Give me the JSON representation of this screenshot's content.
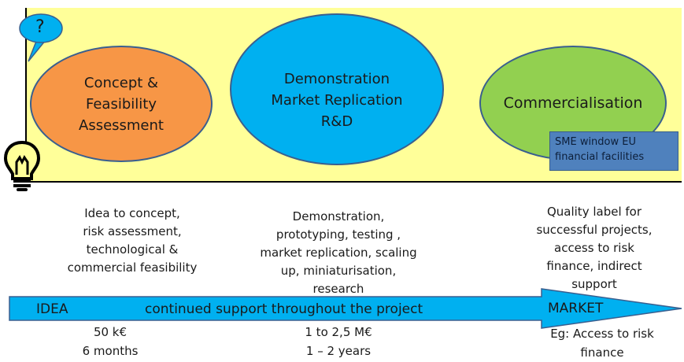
{
  "help_bubble": {
    "symbol": "?"
  },
  "stages": [
    {
      "name": "Concept & Feasibility Assessment",
      "lines": [
        "Concept &",
        "Feasibility",
        "Assessment"
      ]
    },
    {
      "name": "Demonstration Market Replication R&D",
      "lines": [
        "Demonstration",
        "Market Replication",
        "R&D"
      ]
    },
    {
      "name": "Commercialisation",
      "lines": [
        "Commercialisation"
      ]
    }
  ],
  "sme_box": {
    "lines": [
      "SME window EU",
      "financial facilities"
    ]
  },
  "descriptions": [
    [
      "Idea to concept,",
      "risk assessment,",
      "technological &",
      "commercial feasibility"
    ],
    [
      "Demonstration,",
      "prototyping, testing ,",
      "market replication, scaling",
      "up, miniaturisation,",
      "research"
    ],
    [
      "Quality label for",
      "successful projects,",
      "access to risk",
      "finance, indirect",
      "support"
    ]
  ],
  "arrow": {
    "start_label": "IDEA",
    "middle_label": "continued support throughout the project",
    "end_label": "MARKET",
    "color": "#00b0f0"
  },
  "funding": [
    {
      "amount": "50 k€",
      "duration": "6 months"
    },
    {
      "amount": "1 to 2,5 M€",
      "duration": "1 – 2 years"
    },
    {
      "lines": [
        "Eg: Access to risk",
        "finance"
      ]
    }
  ],
  "colors": {
    "panel": "#ffff99",
    "stage1": "#f79646",
    "stage2": "#00b0f0",
    "stage3": "#92d050",
    "sme_box": "#4f81bd"
  },
  "icons": {
    "idea": "lightbulb-icon",
    "help": "speech-bubble-icon"
  }
}
